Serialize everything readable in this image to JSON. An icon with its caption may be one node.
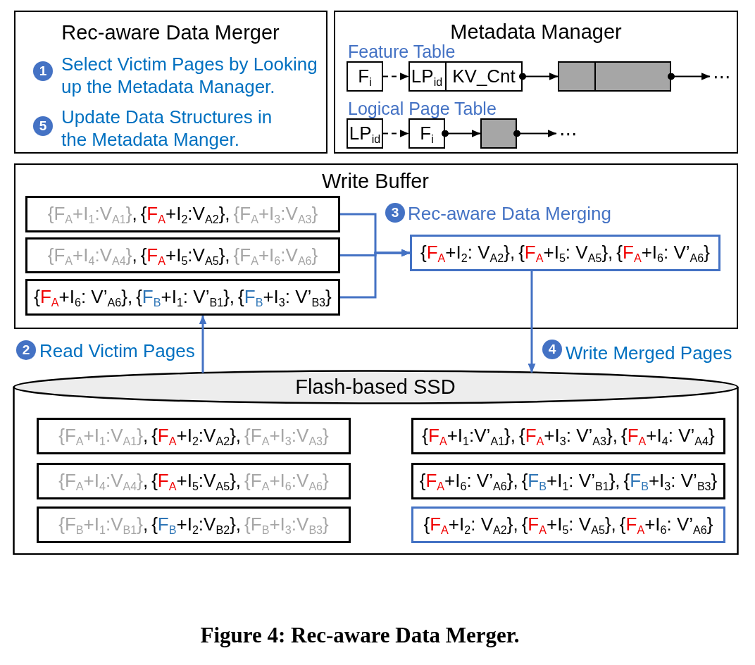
{
  "diagram": {
    "caption": "Figure 4: Rec-aware Data Merger.",
    "nodes": [
      {
        "text": [
          "Rec-aware Data Merger",
          "Select Victim Pages by Looking up the Metadata Manager.",
          "Update Data Structures in the Metadata Manger."
        ]
      },
      {
        "text": [
          "1"
        ],
        "in": 0
      },
      {
        "text": [
          "5"
        ],
        "in": 0
      },
      {
        "text": [
          "Metadata Manager"
        ]
      },
      {
        "text": [
          "F$_{i}$"
        ],
        "in": 3
      },
      {
        "text": [
          "LP$_{id}$",
          "KV_Cnt"
        ],
        "in": 3
      },
      {
        "text": [],
        "shape": "box",
        "in": 3
      },
      {
        "text": [
          "⋯"
        ],
        "in": 3
      },
      {
        "text": [
          "LP$_{id}$"
        ],
        "in": 3
      },
      {
        "text": [
          "F$_{i}$"
        ],
        "in": 3
      },
      {
        "text": [],
        "shape": "box",
        "in": 3
      },
      {
        "text": [
          "⋯"
        ],
        "in": 3
      },
      {
        "text": [
          "Write Buffer"
        ]
      },
      {
        "text": [
          "{F$_{A}$+I$_{1}$:V$_{A1}$},",
          "{F$_{A}$+I$_{2}$:V$_{A2}$},",
          "{F$_{A}$+I$_{3}$:V$_{A3}$}"
        ],
        "in": 12
      },
      {
        "text": [
          "3"
        ],
        "in": 12
      },
      {
        "text": [
          "{F$_{A}$+I$_{4}$:V$_{A4}$},",
          "{F$_{A}$+I$_{5}$:V$_{A5}$},",
          "{F$_{A}$+I$_{6}$:V$_{A6}$}"
        ],
        "in": 12
      },
      {
        "text": [
          "{F$_{A}$+I$_{2}$: V$_{A2}$},",
          "{F$_{A}$+I$_{5}$: V$_{A5}$},",
          "{F$_{A}$+I$_{6}$: V’$_{A6}$}"
        ],
        "in": 12
      },
      {
        "text": [
          "{F$_{A}$+I$_{6}$: V’$_{A6}$},",
          "{F$_{B}$+I$_{1}$: V’$_{B1}$},",
          "{F$_{B}$+I$_{3}$: V’$_{B3}$}"
        ],
        "in": 12
      },
      {
        "text": [
          "2"
        ]
      },
      {
        "text": [
          "4"
        ]
      },
      {
        "text": [
          "Flash-based SSD"
        ]
      },
      {
        "text": [
          "{F$_{A}$+I$_{1}$:V$_{A1}$},",
          "{F$_{A}$+I$_{2}$:V$_{A2}$},",
          "{F$_{A}$+I$_{3}$:V$_{A3}$}"
        ],
        "in": 20
      },
      {
        "text": [
          "{F$_{A}$+I$_{1}$:V’$_{A1}$},",
          "{F$_{A}$+I$_{3}$: V’$_{A3}$},",
          "{F$_{A}$+I$_{4}$: V’$_{A4}$}"
        ],
        "in": 20
      },
      {
        "text": [
          "{F$_{A}$+I$_{4}$:V$_{A4}$},",
          "{F$_{A}$+I$_{5}$:V$_{A5}$},",
          "{F$_{A}$+I$_{6}$:V$_{A6}$}"
        ],
        "in": 20
      },
      {
        "text": [
          "{F$_{A}$+I$_{6}$: V’$_{A6}$},",
          "{F$_{B}$+I$_{1}$: V’$_{B1}$},",
          "{F$_{B}$+I$_{3}$: V’$_{B3}$}"
        ],
        "in": 20
      },
      {
        "text": [
          "{F$_{B}$+I$_{1}$:V$_{B1}$},",
          "{F$_{B}$+I$_{2}$:V$_{B2}$},",
          "{F$_{B}$+I$_{3}$:V$_{B3}$}"
        ],
        "in": 20
      },
      {
        "text": [
          "{F$_{A}$+I$_{2}$: V$_{A2}$},",
          "{F$_{A}$+I$_{5}$: V$_{A5}$},",
          "{F$_{A}$+I$_{6}$: V’$_{A6}$}"
        ],
        "in": 20
      }
    ],
    "edges": [
      {
        "from": 4,
        "to": 5,
        "arrow": "to",
        "style": "dashed"
      },
      {
        "from": 5,
        "to": 6,
        "arrow": "to"
      },
      {
        "from": 6,
        "to": 7,
        "arrow": "to"
      },
      {
        "from": 8,
        "to": 9,
        "arrow": "to",
        "style": "dashed"
      },
      {
        "from": 9,
        "to": 10,
        "arrow": "to"
      },
      {
        "from": 10,
        "to": 11,
        "arrow": "to"
      },
      {
        "from": 13,
        "to": 16,
        "arrow": "to",
        "label": "Rec-aware Data Merging",
        "color": "#4472c4"
      },
      {
        "from": 15,
        "to": 16,
        "arrow": "to",
        "color": "#4472c4"
      },
      {
        "from": 17,
        "to": 16,
        "arrow": "to",
        "color": "#4472c4"
      },
      {
        "from": 20,
        "to": 17,
        "arrow": "to",
        "label": "Read Victim Pages",
        "color": "#4472c4"
      },
      {
        "from": 16,
        "to": 20,
        "arrow": "to",
        "label": "Write Merged Pages",
        "color": "#4472c4"
      }
    ],
    "labels": [
      "Feature Table",
      "Logical Page Table"
    ]
  }
}
